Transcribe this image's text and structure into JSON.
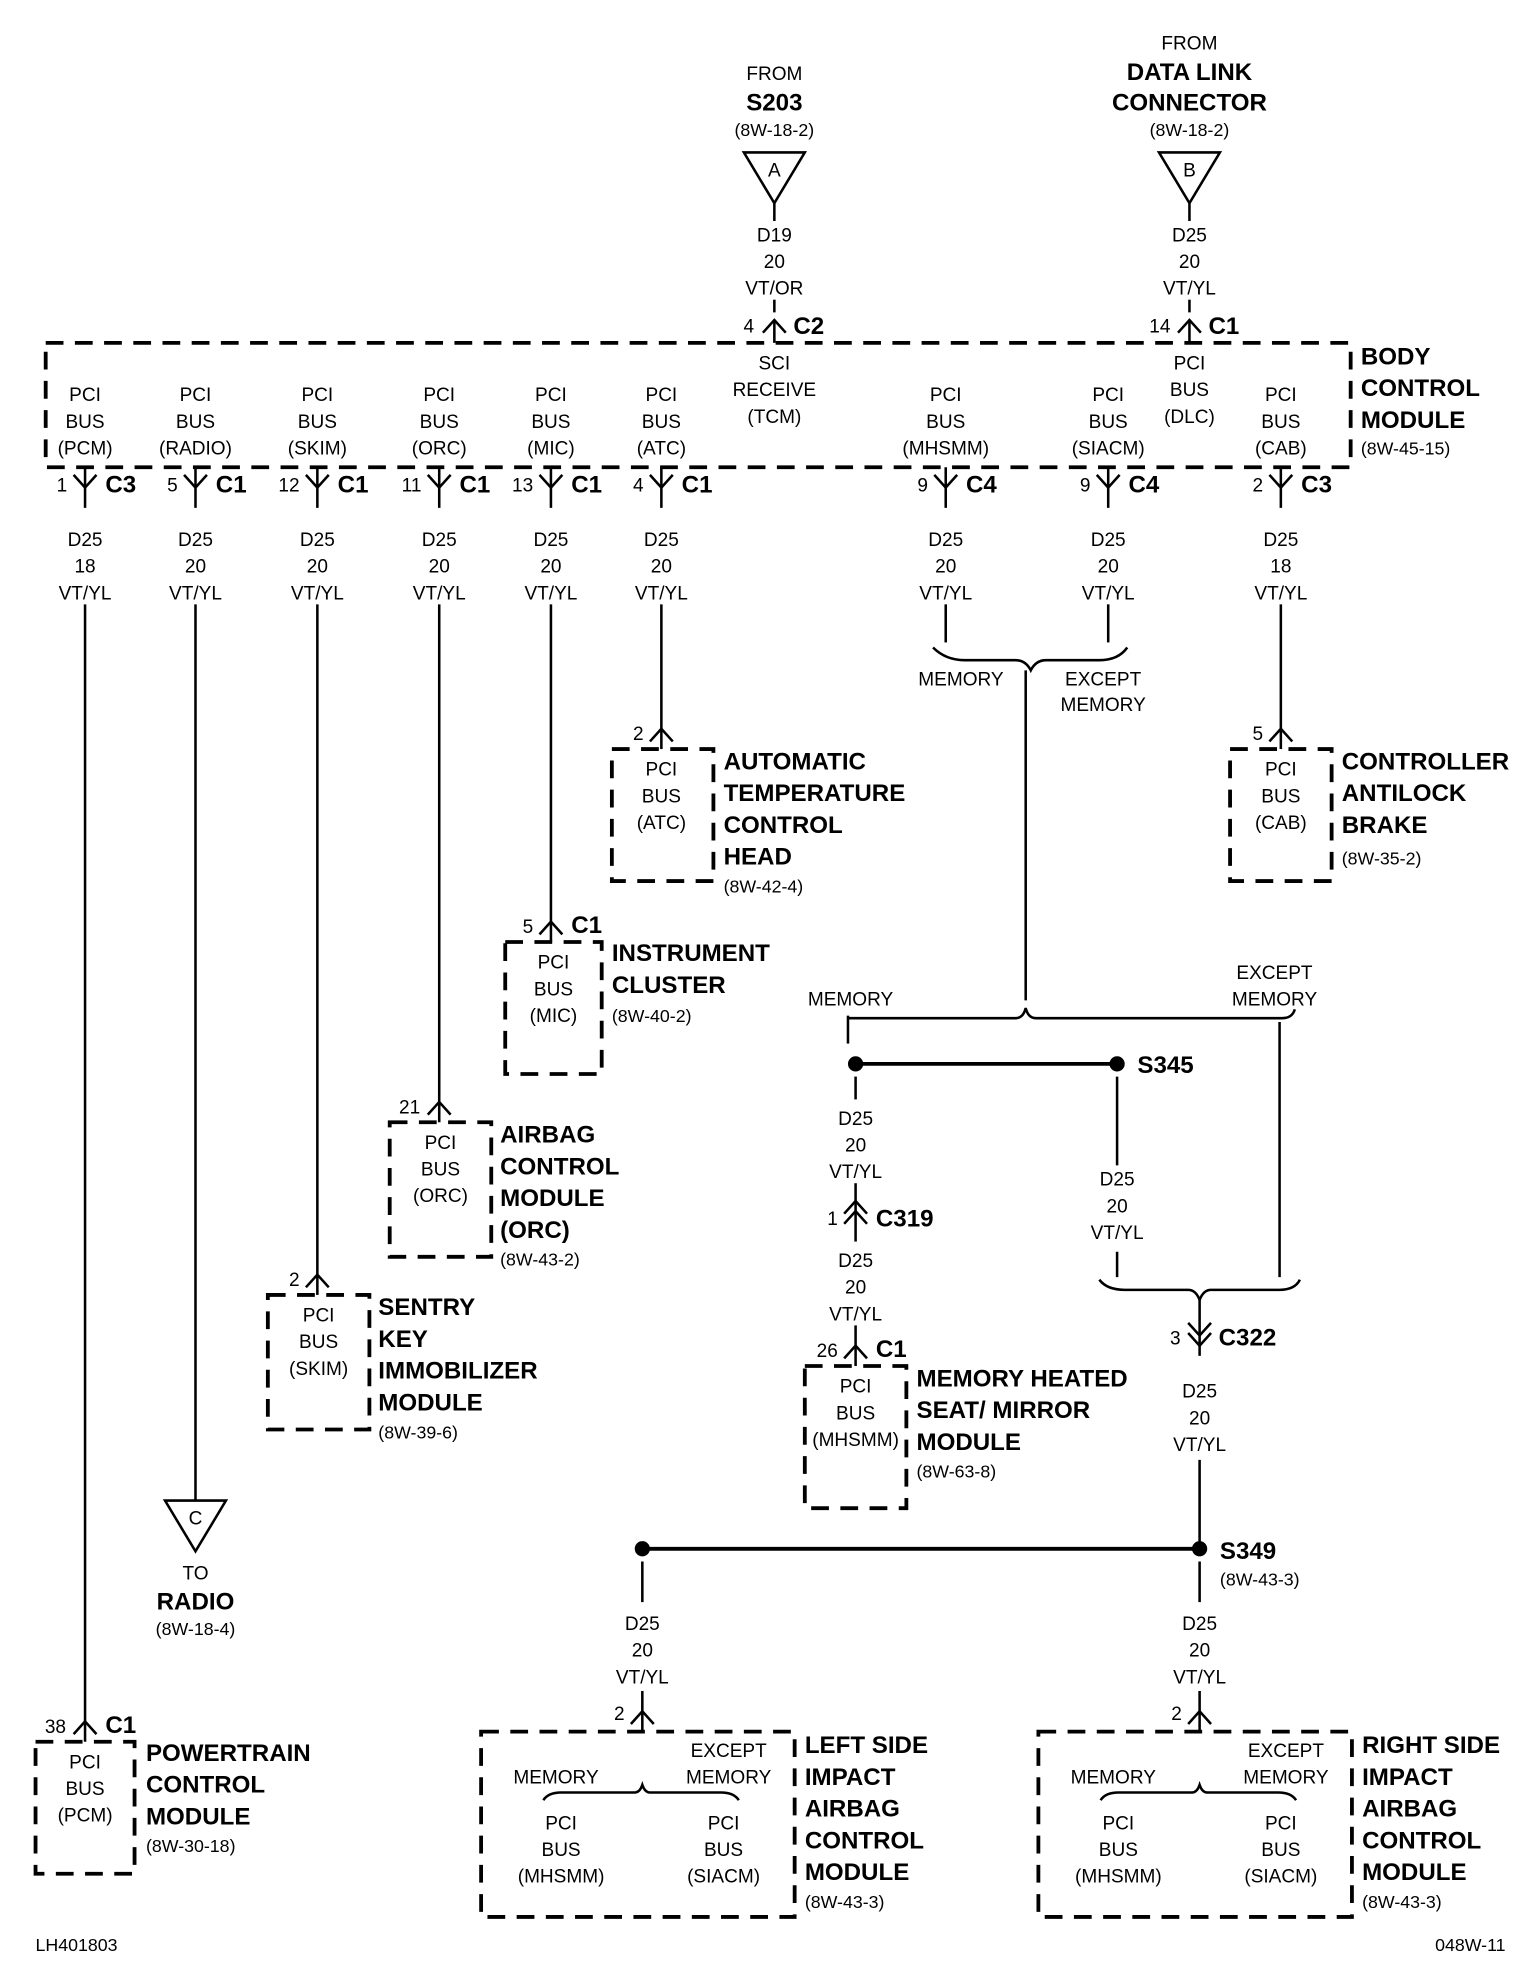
{
  "diagram_id": "LH401803",
  "page_ref": "048W-11",
  "sources": {
    "s203": {
      "from": "FROM",
      "name": "S203",
      "ref": "(8W-18-2)",
      "letter": "A",
      "circuit": "D19",
      "gauge": "20",
      "color": "VT/OR",
      "pin": "4",
      "connector": "C2",
      "function": [
        "SCI",
        "RECEIVE",
        "(TCM)"
      ]
    },
    "dlc": {
      "from": "FROM",
      "name1": "DATA LINK",
      "name2": "CONNECTOR",
      "ref": "(8W-18-2)",
      "letter": "B",
      "circuit": "D25",
      "gauge": "20",
      "color": "VT/YL",
      "pin": "14",
      "connector": "C1",
      "function": [
        "PCI",
        "BUS",
        "(DLC)"
      ]
    }
  },
  "bcm": {
    "name": [
      "BODY",
      "CONTROL",
      "MODULE"
    ],
    "ref": "(8W-45-15)"
  },
  "bcm_outputs": [
    {
      "func": [
        "PCI",
        "BUS",
        "(PCM)"
      ],
      "pin": "1",
      "conn": "C3",
      "circuit": "D25",
      "gauge": "18",
      "color": "VT/YL"
    },
    {
      "func": [
        "PCI",
        "BUS",
        "(RADIO)"
      ],
      "pin": "5",
      "conn": "C1",
      "circuit": "D25",
      "gauge": "20",
      "color": "VT/YL"
    },
    {
      "func": [
        "PCI",
        "BUS",
        "(SKIM)"
      ],
      "pin": "12",
      "conn": "C1",
      "circuit": "D25",
      "gauge": "20",
      "color": "VT/YL"
    },
    {
      "func": [
        "PCI",
        "BUS",
        "(ORC)"
      ],
      "pin": "11",
      "conn": "C1",
      "circuit": "D25",
      "gauge": "20",
      "color": "VT/YL"
    },
    {
      "func": [
        "PCI",
        "BUS",
        "(MIC)"
      ],
      "pin": "13",
      "conn": "C1",
      "circuit": "D25",
      "gauge": "20",
      "color": "VT/YL"
    },
    {
      "func": [
        "PCI",
        "BUS",
        "(ATC)"
      ],
      "pin": "4",
      "conn": "C1",
      "circuit": "D25",
      "gauge": "20",
      "color": "VT/YL"
    },
    {
      "func": [
        "PCI",
        "BUS",
        "(MHSMM)"
      ],
      "pin": "9",
      "conn": "C4",
      "circuit": "D25",
      "gauge": "20",
      "color": "VT/YL"
    },
    {
      "func": [
        "PCI",
        "BUS",
        "(SIACM)"
      ],
      "pin": "9",
      "conn": "C4",
      "circuit": "D25",
      "gauge": "20",
      "color": "VT/YL"
    },
    {
      "func": [
        "PCI",
        "BUS",
        "(CAB)"
      ],
      "pin": "2",
      "conn": "C3",
      "circuit": "D25",
      "gauge": "18",
      "color": "VT/YL"
    }
  ],
  "branch_labels": {
    "memory": "MEMORY",
    "except1": "EXCEPT",
    "except2": "MEMORY"
  },
  "atc": {
    "pin": "2",
    "func": [
      "PCI",
      "BUS",
      "(ATC)"
    ],
    "name": [
      "AUTOMATIC",
      "TEMPERATURE",
      "CONTROL",
      "HEAD"
    ],
    "ref": "(8W-42-4)"
  },
  "cab": {
    "pin": "5",
    "func": [
      "PCI",
      "BUS",
      "(CAB)"
    ],
    "name": [
      "CONTROLLER",
      "ANTILOCK",
      "BRAKE"
    ],
    "ref": "(8W-35-2)"
  },
  "mic": {
    "pin": "5",
    "conn": "C1",
    "func": [
      "PCI",
      "BUS",
      "(MIC)"
    ],
    "name": [
      "INSTRUMENT",
      "CLUSTER"
    ],
    "ref": "(8W-40-2)"
  },
  "orc": {
    "pin": "21",
    "func": [
      "PCI",
      "BUS",
      "(ORC)"
    ],
    "name": [
      "AIRBAG",
      "CONTROL",
      "MODULE",
      "(ORC)"
    ],
    "ref": "(8W-43-2)"
  },
  "skim": {
    "pin": "2",
    "func": [
      "PCI",
      "BUS",
      "(SKIM)"
    ],
    "name": [
      "SENTRY",
      "KEY",
      "IMMOBILIZER",
      "MODULE"
    ],
    "ref": "(8W-39-6)"
  },
  "radio": {
    "letter": "C",
    "to": "TO",
    "name": "RADIO",
    "ref": "(8W-18-4)"
  },
  "pcm": {
    "pin": "38",
    "conn": "C1",
    "func": [
      "PCI",
      "BUS",
      "(PCM)"
    ],
    "name": [
      "POWERTRAIN",
      "CONTROL",
      "MODULE"
    ],
    "ref": "(8W-30-18)"
  },
  "s345": {
    "name": "S345",
    "wire_left": {
      "circuit": "D25",
      "gauge": "20",
      "color": "VT/YL"
    },
    "wire_right": {
      "circuit": "D25",
      "gauge": "20",
      "color": "VT/YL"
    }
  },
  "c319": {
    "pin": "1",
    "name": "C319",
    "wire": {
      "circuit": "D25",
      "gauge": "20",
      "color": "VT/YL"
    }
  },
  "mhsmm": {
    "pin": "26",
    "conn": "C1",
    "func": [
      "PCI",
      "BUS",
      "(MHSMM)"
    ],
    "name": [
      "MEMORY HEATED",
      "SEAT/ MIRROR",
      "MODULE"
    ],
    "ref": "(8W-63-8)"
  },
  "c322": {
    "pin": "3",
    "name": "C322",
    "wire": {
      "circuit": "D25",
      "gauge": "20",
      "color": "VT/YL"
    }
  },
  "s349": {
    "name": "S349",
    "ref": "(8W-43-3)"
  },
  "left_siacm": {
    "pin": "2",
    "wire": {
      "circuit": "D25",
      "gauge": "20",
      "color": "VT/YL"
    },
    "memory": "MEMORY",
    "except1": "EXCEPT",
    "except2": "MEMORY",
    "func_a": [
      "PCI",
      "BUS",
      "(MHSMM)"
    ],
    "func_b": [
      "PCI",
      "BUS",
      "(SIACM)"
    ],
    "name": [
      "LEFT SIDE",
      "IMPACT",
      "AIRBAG",
      "CONTROL",
      "MODULE"
    ],
    "ref": "(8W-43-3)"
  },
  "right_siacm": {
    "pin": "2",
    "wire": {
      "circuit": "D25",
      "gauge": "20",
      "color": "VT/YL"
    },
    "memory": "MEMORY",
    "except1": "EXCEPT",
    "except2": "MEMORY",
    "func_a": [
      "PCI",
      "BUS",
      "(MHSMM)"
    ],
    "func_b": [
      "PCI",
      "BUS",
      "(SIACM)"
    ],
    "name": [
      "RIGHT SIDE",
      "IMPACT",
      "AIRBAG",
      "CONTROL",
      "MODULE"
    ],
    "ref": "(8W-43-3)"
  }
}
